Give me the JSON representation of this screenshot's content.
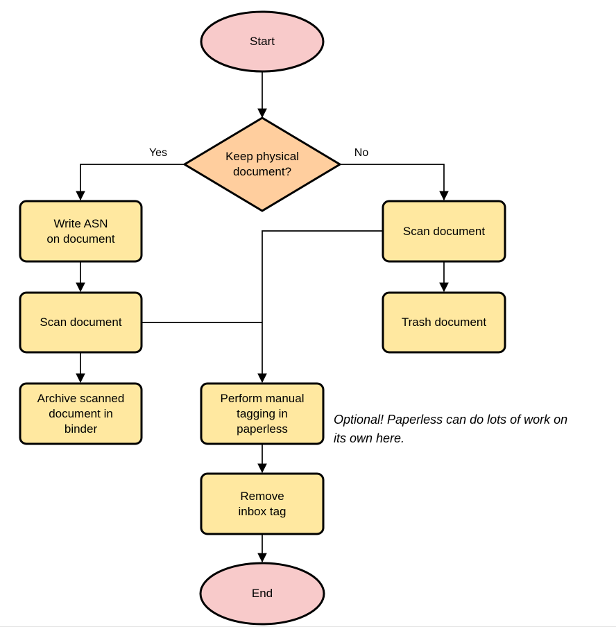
{
  "diagram": {
    "nodes": {
      "start": {
        "label": "Start",
        "shape": "terminator"
      },
      "decision": {
        "label": "Keep physical\ndocument?",
        "shape": "decision"
      },
      "write_asn": {
        "label": "Write ASN\non document",
        "shape": "process"
      },
      "scan_left": {
        "label": "Scan document",
        "shape": "process"
      },
      "archive": {
        "label": "Archive scanned\ndocument in\nbinder",
        "shape": "process"
      },
      "scan_right": {
        "label": "Scan document",
        "shape": "process"
      },
      "trash": {
        "label": "Trash document",
        "shape": "process"
      },
      "tagging": {
        "label": "Perform manual\ntagging in\npaperless",
        "shape": "process"
      },
      "remove_inbox": {
        "label": "Remove\ninbox tag",
        "shape": "process"
      },
      "end": {
        "label": "End",
        "shape": "terminator"
      }
    },
    "edge_labels": {
      "yes": "Yes",
      "no": "No"
    },
    "annotation": "Optional! Paperless can do lots of work on\nits own here.",
    "colors": {
      "background": "#ffffff",
      "node_pink": "#f8caca",
      "node_orange": "#ffce9e",
      "node_yellow": "#ffe8a0",
      "node_border": "#000000",
      "connector": "#000000",
      "annotation_text": "#000000",
      "divider": "#e6e6e6"
    }
  }
}
